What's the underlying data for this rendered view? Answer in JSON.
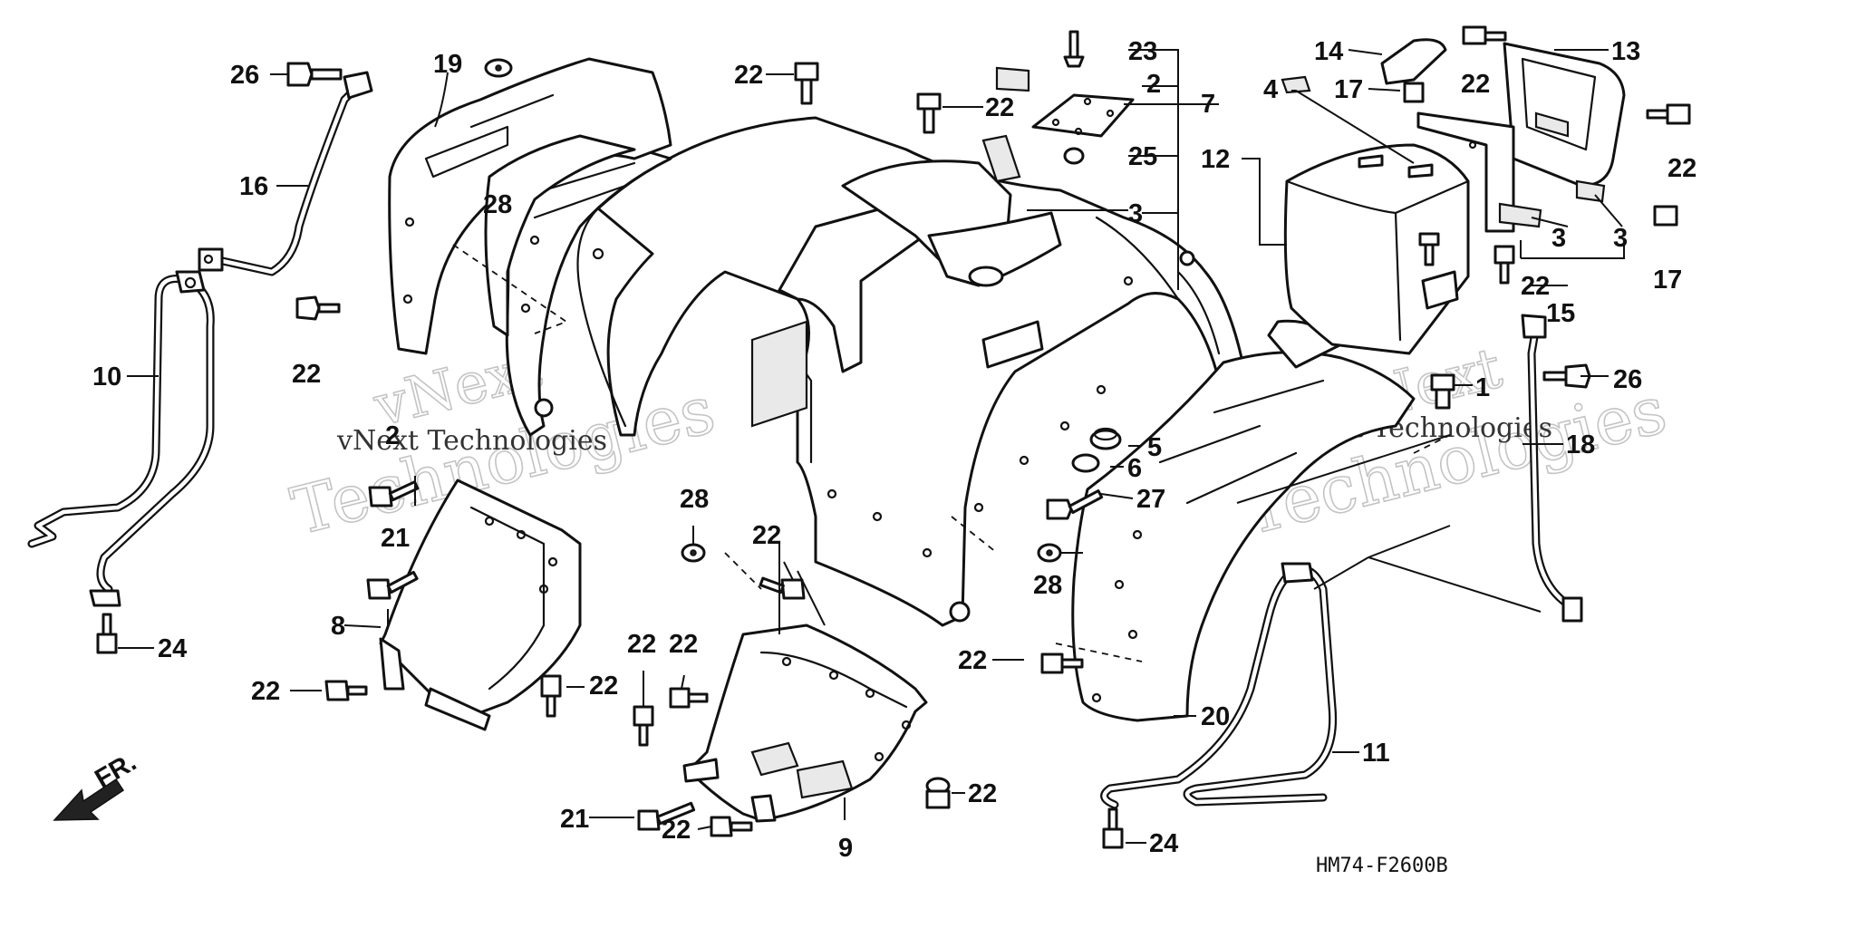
{
  "diagram": {
    "code": "HM74-F2600B",
    "direction_label": "FR.",
    "watermark": {
      "brand": "vNext",
      "line1": "vNext Technologies",
      "line2": "Technologies"
    },
    "callouts": [
      {
        "id": "c26a",
        "text": "26"
      },
      {
        "id": "c16",
        "text": "16"
      },
      {
        "id": "c10",
        "text": "10"
      },
      {
        "id": "c24a",
        "text": "24"
      },
      {
        "id": "c19",
        "text": "19"
      },
      {
        "id": "c28a",
        "text": "28"
      },
      {
        "id": "c22a",
        "text": "22"
      },
      {
        "id": "c22b",
        "text": "22"
      },
      {
        "id": "c22c",
        "text": "22"
      },
      {
        "id": "c23",
        "text": "23"
      },
      {
        "id": "c2a",
        "text": "2"
      },
      {
        "id": "c7",
        "text": "7"
      },
      {
        "id": "c25",
        "text": "25"
      },
      {
        "id": "c3a",
        "text": "3"
      },
      {
        "id": "c12",
        "text": "12"
      },
      {
        "id": "c4",
        "text": "4"
      },
      {
        "id": "c14",
        "text": "14"
      },
      {
        "id": "c17a",
        "text": "17"
      },
      {
        "id": "c22d",
        "text": "22"
      },
      {
        "id": "c13",
        "text": "13"
      },
      {
        "id": "c22e",
        "text": "22"
      },
      {
        "id": "c3b",
        "text": "3"
      },
      {
        "id": "c3c",
        "text": "3"
      },
      {
        "id": "c17b",
        "text": "17"
      },
      {
        "id": "c15",
        "text": "15"
      },
      {
        "id": "c22f",
        "text": "22"
      },
      {
        "id": "c1",
        "text": "1"
      },
      {
        "id": "c26b",
        "text": "26"
      },
      {
        "id": "c18",
        "text": "18"
      },
      {
        "id": "c5",
        "text": "5"
      },
      {
        "id": "c6",
        "text": "6"
      },
      {
        "id": "c27",
        "text": "27"
      },
      {
        "id": "c28b",
        "text": "28"
      },
      {
        "id": "c2b",
        "text": "2"
      },
      {
        "id": "c21a",
        "text": "21"
      },
      {
        "id": "c8",
        "text": "8"
      },
      {
        "id": "c22g",
        "text": "22"
      },
      {
        "id": "c22h",
        "text": "22"
      },
      {
        "id": "c28c",
        "text": "28"
      },
      {
        "id": "c22i",
        "text": "22"
      },
      {
        "id": "c22j",
        "text": "22"
      },
      {
        "id": "c22k",
        "text": "22"
      },
      {
        "id": "c22l",
        "text": "22"
      },
      {
        "id": "c21b",
        "text": "21"
      },
      {
        "id": "c22m",
        "text": "22"
      },
      {
        "id": "c9",
        "text": "9"
      },
      {
        "id": "c22n",
        "text": "22"
      },
      {
        "id": "c20",
        "text": "20"
      },
      {
        "id": "c11",
        "text": "11"
      },
      {
        "id": "c24b",
        "text": "24"
      }
    ]
  }
}
